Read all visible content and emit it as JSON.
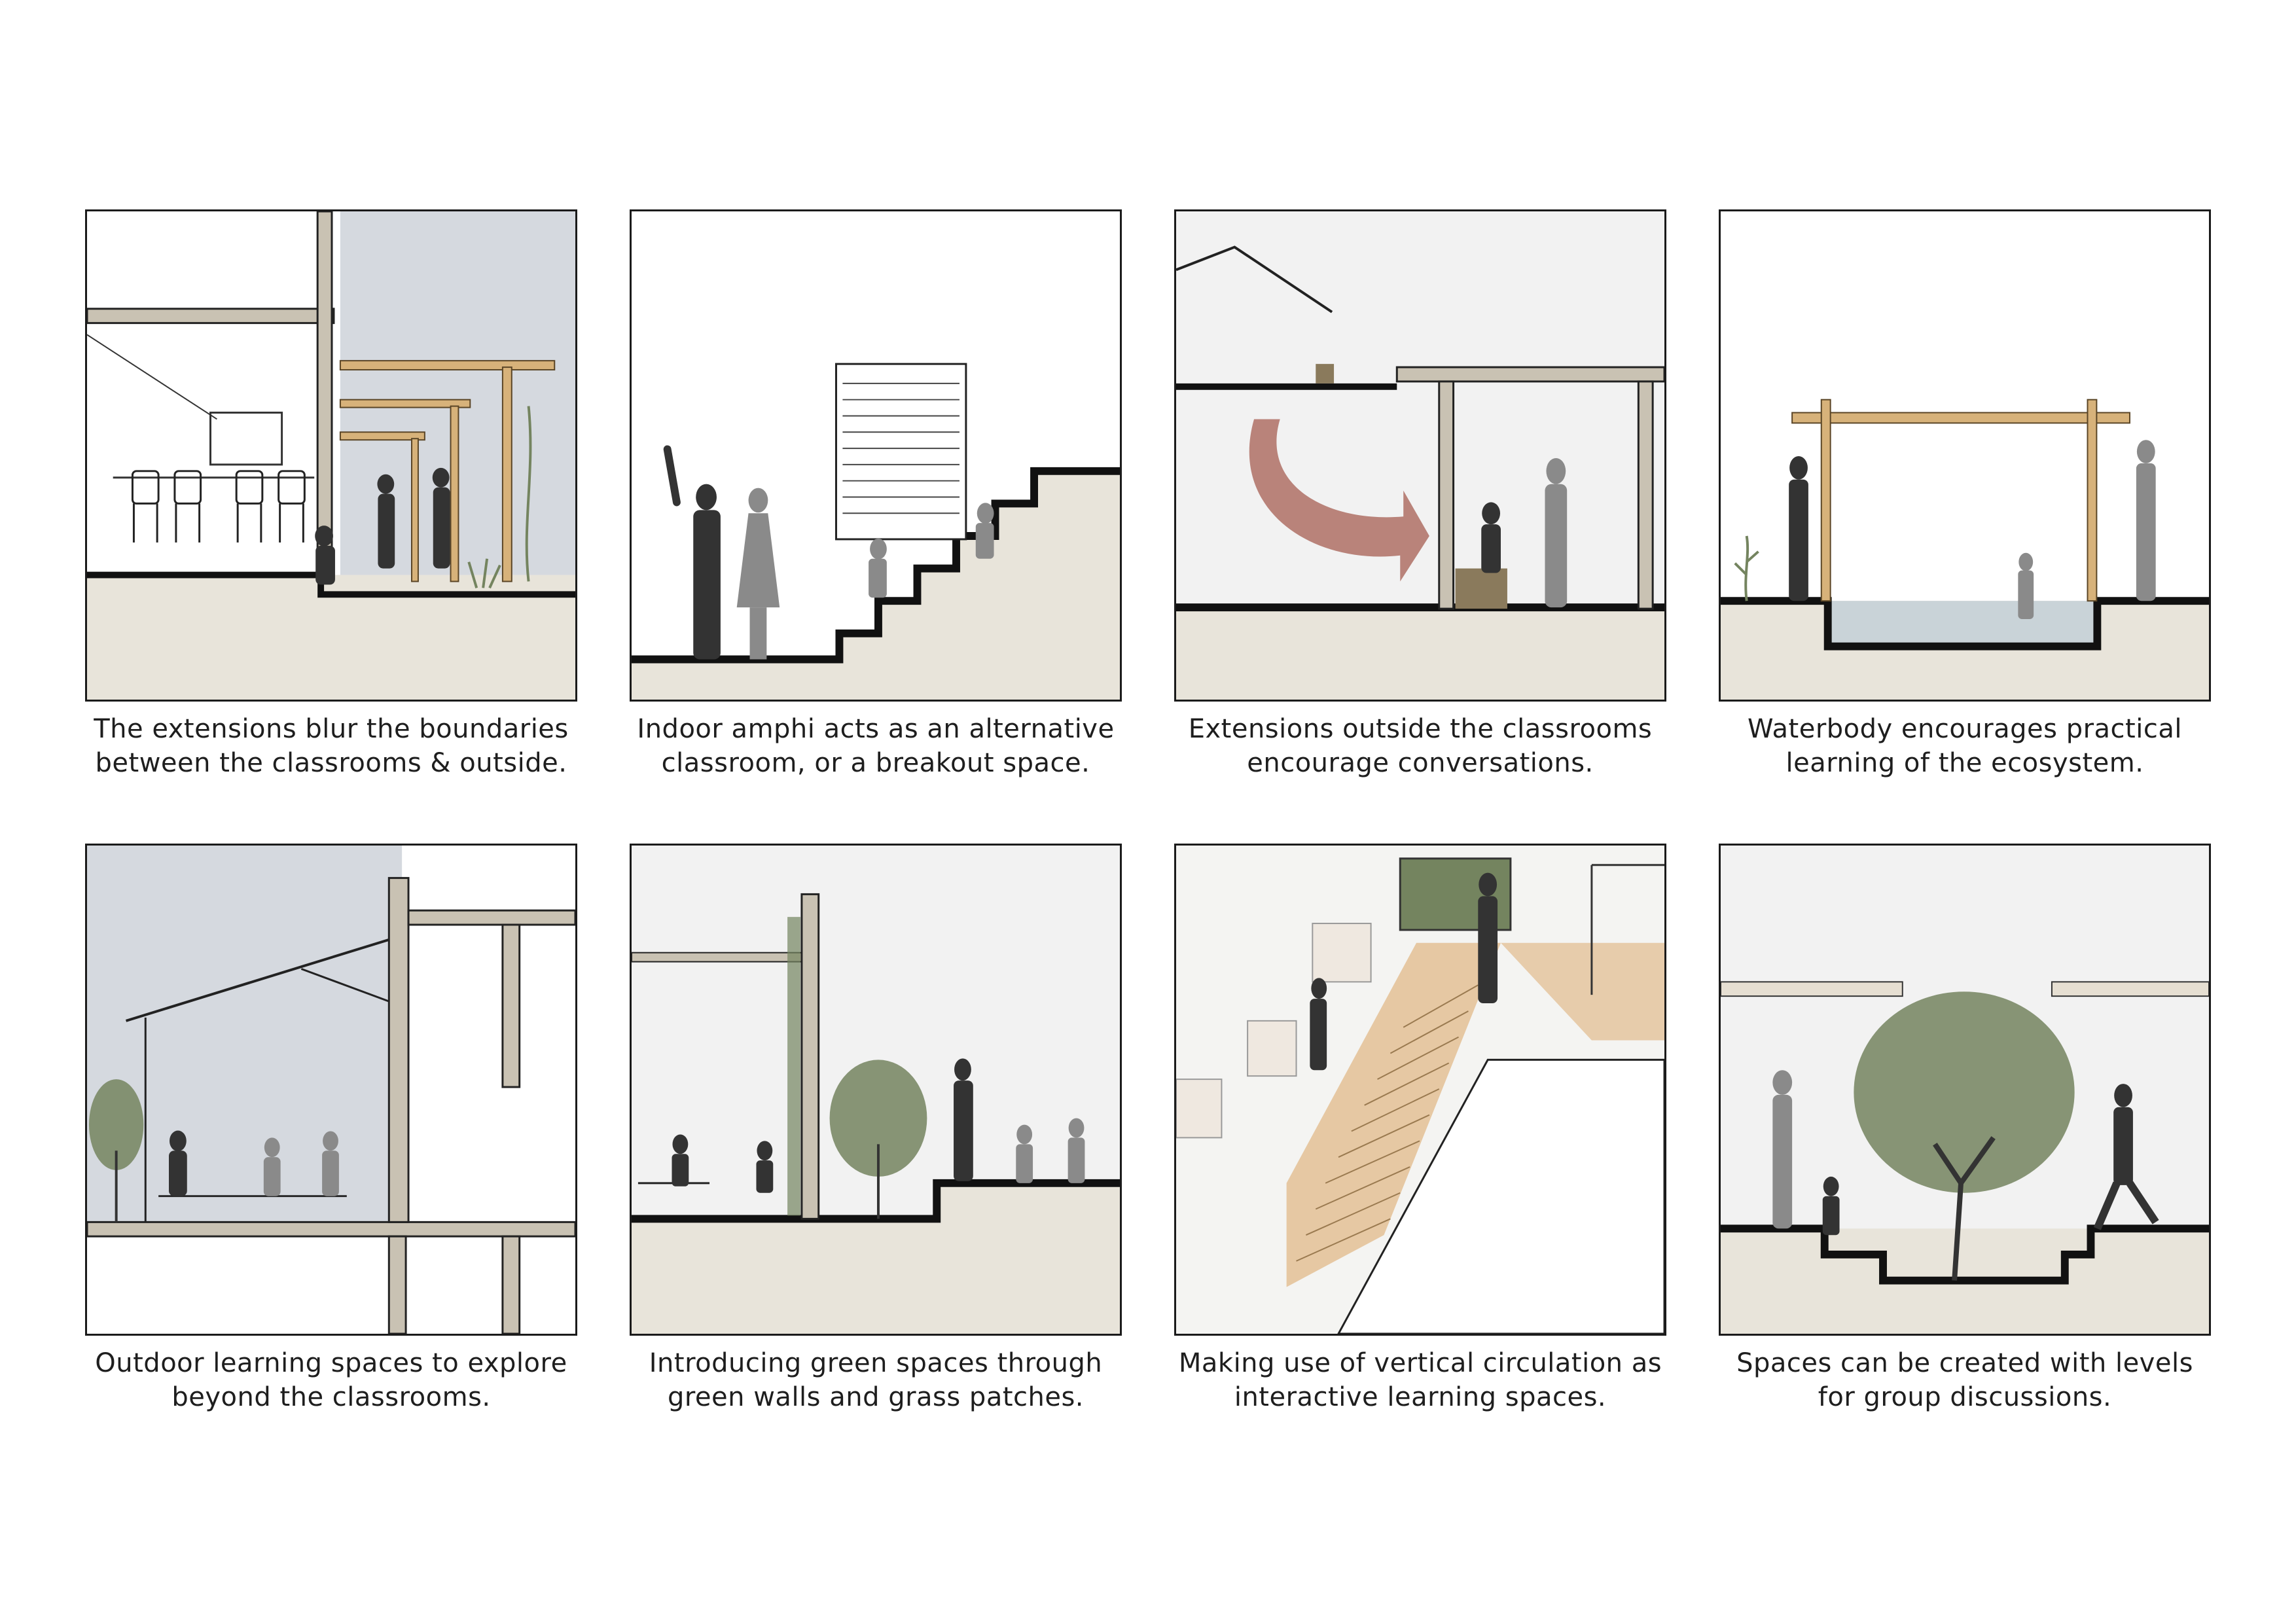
{
  "panels": [
    {
      "caption_1": "The extensions blur the boundaries",
      "caption_2": "between the classrooms & outside."
    },
    {
      "caption_1": "Indoor amphi acts as an alternative",
      "caption_2": "classroom, or a breakout space."
    },
    {
      "caption_1": "Extensions outside the classrooms",
      "caption_2": "encourage conversations."
    },
    {
      "caption_1": "Waterbody encourages practical",
      "caption_2": "learning of the ecosystem."
    },
    {
      "caption_1": "Outdoor learning spaces to explore",
      "caption_2": "beyond the classrooms."
    },
    {
      "caption_1": "Introducing green spaces through",
      "caption_2": "green walls and grass patches."
    },
    {
      "caption_1": "Making use of vertical circulation as",
      "caption_2": "interactive learning spaces."
    },
    {
      "caption_1": "Spaces can be created with levels",
      "caption_2": "for group discussions."
    }
  ],
  "colors": {
    "ground": "#e8e4da",
    "sky": "#d5d9df",
    "timber": "#d7b27a",
    "arrow": "#b9837a",
    "foliage": "#74845f",
    "water": "#c9d3d8",
    "silhouette": "#333333",
    "silhouette_light": "#8a8a8a"
  }
}
